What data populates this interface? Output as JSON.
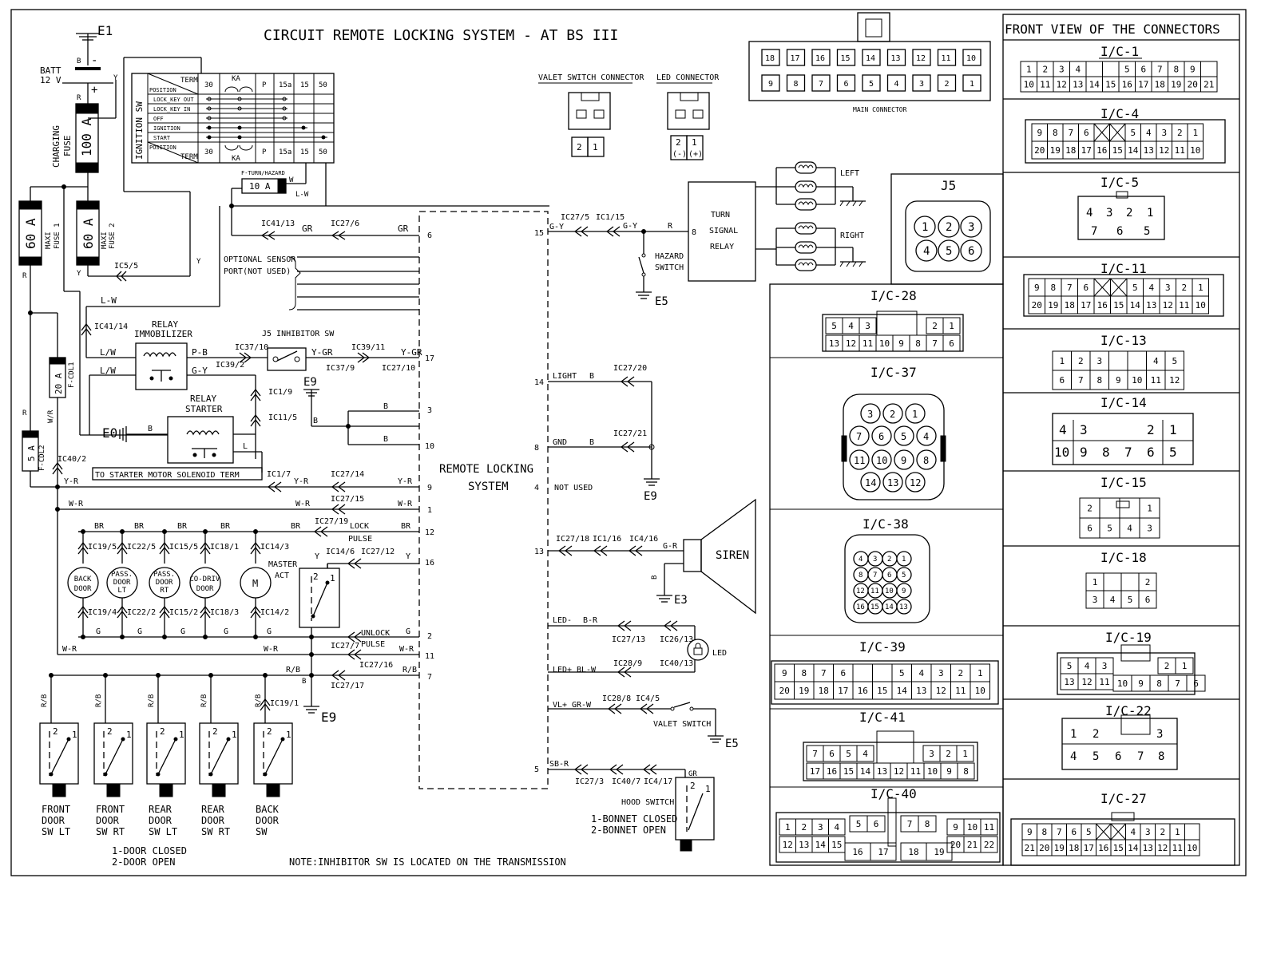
{
  "title": "CIRCUIT REMOTE LOCKING SYSTEM - AT BS III",
  "note": "NOTE:INHIBITOR SW IS LOCATED ON THE TRANSMISSION",
  "central_module": {
    "line1": "REMOTE LOCKING",
    "line2": "SYSTEM"
  },
  "battery": {
    "ground": "E1",
    "label1": "BATT",
    "label2": "12 V"
  },
  "fuses": {
    "charging": {
      "value": "100 A",
      "label1": "CHARGING",
      "label2": "FUSE"
    },
    "maxi1": {
      "value": "60 A",
      "label1": "MAXI",
      "label2": "FUSE 1"
    },
    "maxi2": {
      "value": "60 A",
      "label1": "MAXI",
      "label2": "FUSE 2"
    },
    "fcdl1": {
      "value": "20 A",
      "label": "F-CDL1"
    },
    "fcdl2": {
      "value": "5 A",
      "label": "F-CDL2"
    },
    "fturn": {
      "value": "10 A",
      "label": "F-TURN/HAZARD"
    }
  },
  "ignition": {
    "label": "IGNITION SW",
    "term_header": [
      "TERM",
      "30",
      "KA",
      "P",
      "15a",
      "15",
      "50"
    ],
    "rows": [
      "POSITION",
      "LOCK_KEY OUT",
      "LOCK_KEY IN",
      "OFF",
      "IGNITION",
      "START"
    ]
  },
  "relays": {
    "immobilizer": {
      "line1": "RELAY",
      "line2": "IMMOBILIZER"
    },
    "starter": {
      "line1": "RELAY",
      "line2": "STARTER"
    },
    "inhibitor": "J5 INHIBITOR SW",
    "turn": {
      "line1": "TURN",
      "line2": "SIGNAL",
      "line3": "RELAY"
    }
  },
  "optional_port": {
    "line1": "OPTIONAL SENSOR",
    "line2": "PORT(NOT USED)"
  },
  "starter_note": "TO STARTER MOTOR SOLENOID TERM",
  "wire_labels": {
    "ic41_13": "IC41/13",
    "ic27_6": "IC27/6",
    "gr": "GR",
    "ic5_5": "IC5/5",
    "lw": "L-W",
    "ic41_14": "IC41/14",
    "ic37_10": "IC37/10",
    "ic39_2": "IC39/2",
    "ic39_11": "IC39/11",
    "ic37_9": "IC37/9",
    "ic27_10": "IC27/10",
    "ic1_9": "IC1/9",
    "ic11_5": "IC11/5",
    "ic40_2": "IC40/2",
    "ic1_7": "IC1/7",
    "ic27_14": "IC27/14",
    "ic27_15": "IC27/15",
    "ic27_19": "IC27/19",
    "ic14_6": "IC14/6",
    "ic27_12": "IC27/12",
    "ic27_7": "IC27/7",
    "ic27_16": "IC27/16",
    "ic27_17": "IC27/17",
    "ic19_1": "IC19/1",
    "lock_pulse1": "LOCK",
    "lock_pulse2": "PULSE",
    "unlock_pulse1": "UNLOCK",
    "unlock_pulse2": "PULSE",
    "ic27_5": "IC27/5",
    "ic1_15": "IC1/15",
    "ic27_20": "IC27/20",
    "ic27_21": "IC27/21",
    "ic27_18": "IC27/18",
    "ic1_16": "IC1/16",
    "ic4_16": "IC4/16",
    "ic27_13": "IC27/13",
    "ic26_13": "IC26/13",
    "ic28_9": "IC28/9",
    "ic40_13": "IC40/13",
    "ic28_8": "IC28/8",
    "ic4_5": "IC4/5",
    "ic27_3": "IC27/3",
    "ic40_7": "IC40/7",
    "ic4_17": "IC4/17"
  },
  "pins_left": [
    "6",
    "17",
    "3",
    "10",
    "9",
    "1",
    "12",
    "16",
    "2",
    "11",
    "7"
  ],
  "pins_right": [
    "15",
    "14",
    "8",
    "4",
    "13",
    "5"
  ],
  "right_labels": {
    "light": "LIGHT",
    "gnd": "GND",
    "not_used": "NOT USED",
    "led_minus": "LED-",
    "led_plus": "LED+",
    "vl_plus": "VL+",
    "sb_r": "SB-R",
    "br_r": "B-R",
    "bl_w": "BL-W",
    "gr_w": "GR-W",
    "g_y": "G-Y",
    "g_r": "G-R",
    "hazard1": "HAZARD",
    "hazard2": "SWITCH",
    "siren": "SIREN",
    "led": "LED",
    "valet": "VALET SWITCH",
    "hood": "HOOD SWITCH",
    "bonnet1": "1-BONNET CLOSED",
    "bonnet2": "2-BONNET OPEN",
    "left": "LEFT",
    "right": "RIGHT"
  },
  "grounds": [
    "E0",
    "E3",
    "E5",
    "E9"
  ],
  "actuators": [
    {
      "top": "IC19/5",
      "bot": "IC19/4",
      "l1": "BACK",
      "l2": "DOOR",
      "l3": ""
    },
    {
      "top": "IC22/5",
      "bot": "IC22/2",
      "l1": "PASS.",
      "l2": "DOOR",
      "l3": "LT"
    },
    {
      "top": "IC15/5",
      "bot": "IC15/2",
      "l1": "PASS.",
      "l2": "DOOR",
      "l3": "RT"
    },
    {
      "top": "IC18/1",
      "bot": "IC18/3",
      "l1": "CO-DRIV",
      "l2": "DOOR",
      "l3": ""
    },
    {
      "top": "IC14/3",
      "bot": "IC14/2",
      "l1": "M",
      "l2": "",
      "l3": ""
    }
  ],
  "master_act": {
    "l1": "MASTER",
    "l2": "ACT"
  },
  "door_switches": [
    {
      "l1": "FRONT",
      "l2": "DOOR",
      "l3": "SW LT"
    },
    {
      "l1": "FRONT",
      "l2": "DOOR",
      "l3": "SW RT"
    },
    {
      "l1": "REAR",
      "l2": "DOOR",
      "l3": "SW LT"
    },
    {
      "l1": "REAR",
      "l2": "DOOR",
      "l3": "SW RT"
    },
    {
      "l1": "BACK",
      "l2": "DOOR",
      "l3": "SW"
    }
  ],
  "door_note1": "1-DOOR CLOSED",
  "door_note2": "2-DOOR OPEN",
  "valet_connector": "VALET SWITCH CONNECTOR",
  "led_connector": "LED CONNECTOR",
  "main_connector": {
    "label": "MAIN CONNECTOR",
    "top": [
      "18",
      "17",
      "16",
      "15",
      "14",
      "13",
      "12",
      "11",
      "10"
    ],
    "bottom": [
      "9",
      "8",
      "7",
      "6",
      "5",
      "4",
      "3",
      "2",
      "1"
    ]
  },
  "panel_title": "FRONT VIEW OF THE CONNECTORS",
  "connectors": {
    "ic1": "I/C-1",
    "ic4": "I/C-4",
    "ic5": "I/C-5",
    "ic11": "I/C-11",
    "ic13": "I/C-13",
    "ic14": "I/C-14",
    "ic15": "I/C-15",
    "ic18": "I/C-18",
    "ic19": "I/C-19",
    "ic22": "I/C-22",
    "ic27": "I/C-27",
    "j5": "J5",
    "ic28": "I/C-28",
    "ic37": "I/C-37",
    "ic38": "I/C-38",
    "ic39": "I/C-39",
    "ic41": "I/C-41",
    "ic40": "I/C-40"
  }
}
